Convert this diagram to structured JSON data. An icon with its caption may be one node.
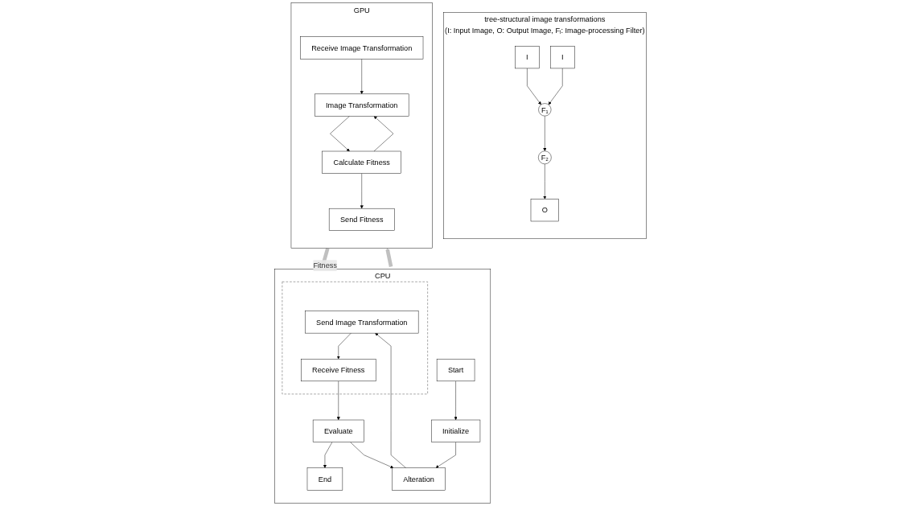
{
  "diagram": {
    "nodes": [
      {
        "text": [
          "CPU"
        ]
      },
      {
        "text": [
          "Start"
        ],
        "in": 0
      },
      {
        "text": [
          "Initialize"
        ],
        "in": 0
      },
      {
        "text": [
          "Alteration"
        ],
        "in": 0
      },
      {
        "text": [],
        "shape": "box",
        "in": 0
      },
      {
        "text": [
          "Send Image Transformation"
        ],
        "in": 4
      },
      {
        "text": [
          "Receive Fitness"
        ],
        "in": 4
      },
      {
        "text": [
          "Evaluate"
        ],
        "in": 0
      },
      {
        "text": [
          "End"
        ],
        "in": 0
      },
      {
        "text": [
          "tree-structural image transformations",
          "(I: Input Image, O: Output Image, Fᵢ: Image-processing Filter)"
        ]
      },
      {
        "text": [
          "I"
        ],
        "in": 9
      },
      {
        "text": [
          "I"
        ],
        "in": 9
      },
      {
        "text": [
          "F₁"
        ],
        "in": 9
      },
      {
        "text": [
          "F₂"
        ],
        "in": 9
      },
      {
        "text": [
          "O"
        ],
        "in": 9
      },
      {
        "text": [
          "GPU"
        ]
      },
      {
        "text": [
          "Receive Image Transformation"
        ],
        "in": 15
      },
      {
        "text": [
          "Image Transformation"
        ],
        "in": 15
      },
      {
        "text": [
          "Calculate Fitness"
        ],
        "in": 15
      },
      {
        "text": [
          "Send Fitness"
        ],
        "in": 15
      }
    ],
    "edges": [
      {
        "from": 1,
        "to": 2,
        "arrow": "to"
      },
      {
        "from": 2,
        "to": 3,
        "arrow": "to"
      },
      {
        "from": 3,
        "to": 5,
        "arrow": "to"
      },
      {
        "from": 5,
        "to": 6,
        "arrow": "to"
      },
      {
        "from": 6,
        "to": 7,
        "arrow": "to"
      },
      {
        "from": 7,
        "to": 8,
        "arrow": "to"
      },
      {
        "from": 7,
        "to": 3,
        "arrow": "to"
      },
      {
        "from": 10,
        "to": 12,
        "arrow": "to"
      },
      {
        "from": 11,
        "to": 12,
        "arrow": "to"
      },
      {
        "from": 12,
        "to": 13,
        "arrow": "to"
      },
      {
        "from": 13,
        "to": 14,
        "arrow": "to"
      },
      {
        "from": 4,
        "to": 15,
        "arrow": "to",
        "style": "thick",
        "color": "#c0c0c0"
      },
      {
        "from": 15,
        "to": 4,
        "arrow": "to",
        "label": "Fitness",
        "style": "thick",
        "color": "#c0c0c0"
      },
      {
        "from": 16,
        "to": 17,
        "arrow": "to"
      },
      {
        "from": 17,
        "to": 18,
        "arrow": "to"
      },
      {
        "from": 18,
        "to": 17,
        "arrow": "to"
      },
      {
        "from": 18,
        "to": 19,
        "arrow": "to"
      }
    ]
  }
}
